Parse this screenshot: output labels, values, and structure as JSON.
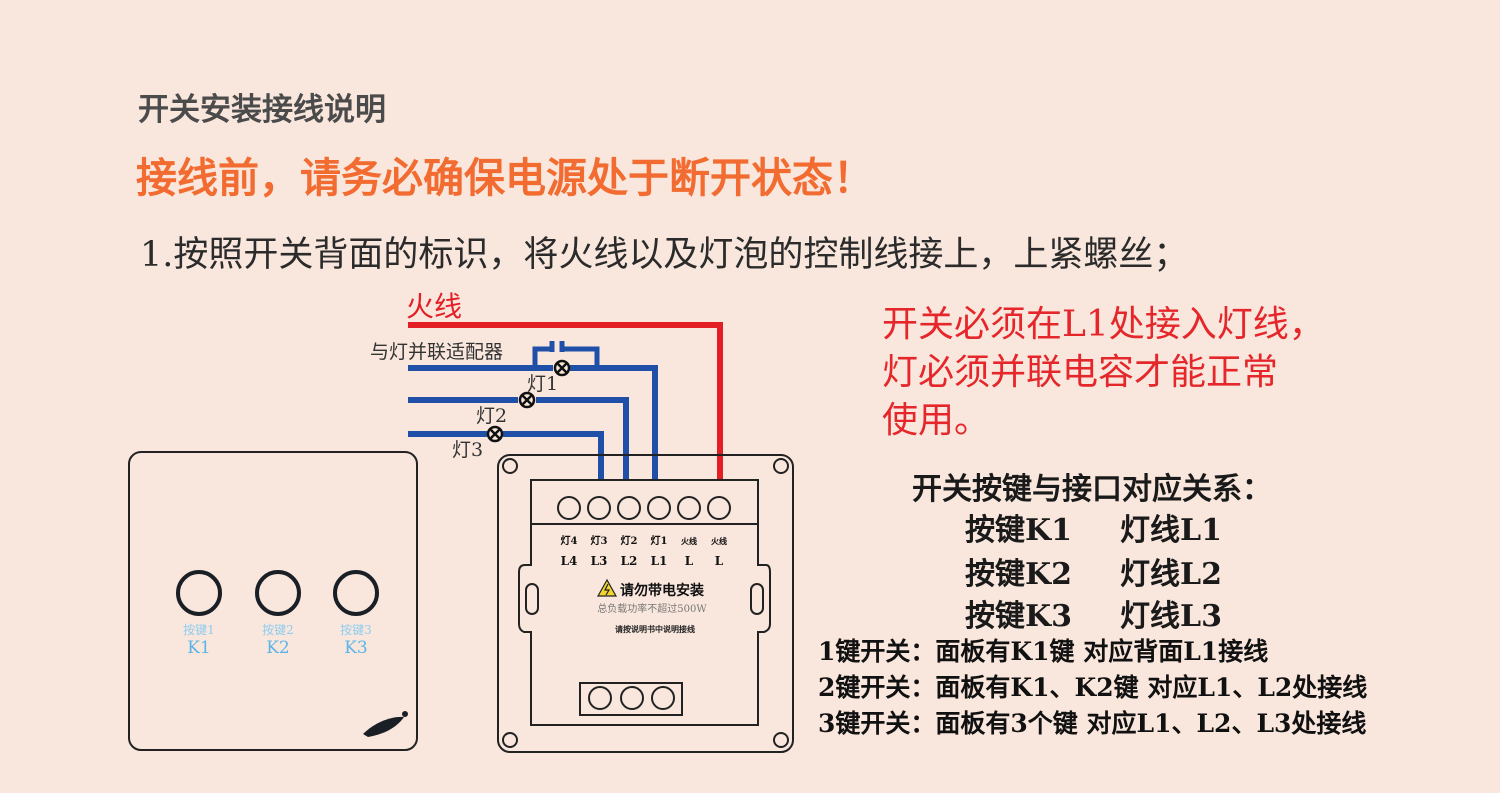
{
  "header": {
    "title": "开关安装接线说明",
    "warning": "接线前，请务必确保电源处于断开状态！",
    "step1": "1.按照开关背面的标识，将火线以及灯泡的控制线接上，上紧螺丝；"
  },
  "wiring": {
    "live_label": "火线",
    "adapter_label": "与灯并联适配器",
    "lamp_labels": [
      "灯1",
      "灯2",
      "灯3"
    ]
  },
  "front_panel": {
    "keys": [
      {
        "cn": "按键1",
        "code": "K1"
      },
      {
        "cn": "按键2",
        "code": "K2"
      },
      {
        "cn": "按键3",
        "code": "K3"
      }
    ]
  },
  "back_box": {
    "terminals_cn": [
      "灯4",
      "灯3",
      "灯2",
      "灯1",
      "火线",
      "火线"
    ],
    "terminals": [
      "L4",
      "L3",
      "L2",
      "L1",
      "L",
      "L"
    ],
    "warning": "请勿带电安装",
    "load_note": "总负载功率不超过500W",
    "small_note": "请按说明书中说明接线"
  },
  "notes": {
    "lines": [
      "开关必须在L1处接入灯线，",
      "灯必须并联电容才能正常",
      "使用。"
    ]
  },
  "mapping": {
    "heading": "开关按键与接口对应关系：",
    "rows": [
      {
        "key": "按键K1",
        "line": "灯线L1"
      },
      {
        "key": "按键K2",
        "line": "灯线L2"
      },
      {
        "key": "按键K3",
        "line": "灯线L3"
      }
    ],
    "rules": [
      "1键开关：面板有K1键 对应背面L1接线",
      "2键开关：面板有K1、K2键 对应L1、L2处接线",
      "3键开关：面板有3个键 对应L1、L2、L3处接线"
    ]
  },
  "colors": {
    "live": "#e31e24",
    "control": "#1f4fa6",
    "accent": "#f26b30",
    "key_label": "#5bb5e8"
  }
}
